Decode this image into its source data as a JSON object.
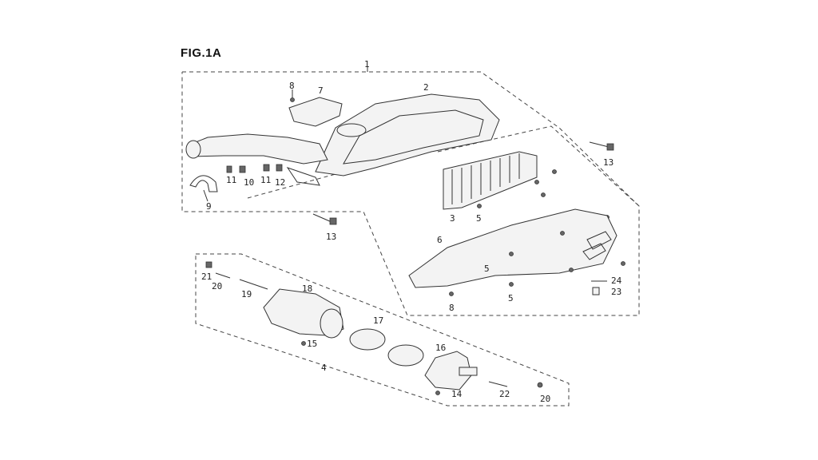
{
  "figure": {
    "title": "FIG.1A"
  },
  "callouts": [
    {
      "key": "c1",
      "label": "1"
    },
    {
      "key": "c2",
      "label": "2"
    },
    {
      "key": "c3",
      "label": "3"
    },
    {
      "key": "c4",
      "label": "4"
    },
    {
      "key": "c5a",
      "label": "5"
    },
    {
      "key": "c5b",
      "label": "5"
    },
    {
      "key": "c5c",
      "label": "5"
    },
    {
      "key": "c6",
      "label": "6"
    },
    {
      "key": "c7",
      "label": "7"
    },
    {
      "key": "c8a",
      "label": "8"
    },
    {
      "key": "c8b",
      "label": "8"
    },
    {
      "key": "c9",
      "label": "9"
    },
    {
      "key": "c10",
      "label": "10"
    },
    {
      "key": "c11a",
      "label": "11"
    },
    {
      "key": "c11b",
      "label": "11"
    },
    {
      "key": "c12",
      "label": "12"
    },
    {
      "key": "c13a",
      "label": "13"
    },
    {
      "key": "c13b",
      "label": "13"
    },
    {
      "key": "c14",
      "label": "14"
    },
    {
      "key": "c15",
      "label": "15"
    },
    {
      "key": "c16",
      "label": "16"
    },
    {
      "key": "c17",
      "label": "17"
    },
    {
      "key": "c18",
      "label": "18"
    },
    {
      "key": "c19",
      "label": "19"
    },
    {
      "key": "c20a",
      "label": "20"
    },
    {
      "key": "c20b",
      "label": "20"
    },
    {
      "key": "c21",
      "label": "21"
    },
    {
      "key": "c22",
      "label": "22"
    },
    {
      "key": "c23",
      "label": "23"
    },
    {
      "key": "c24",
      "label": "24"
    }
  ]
}
